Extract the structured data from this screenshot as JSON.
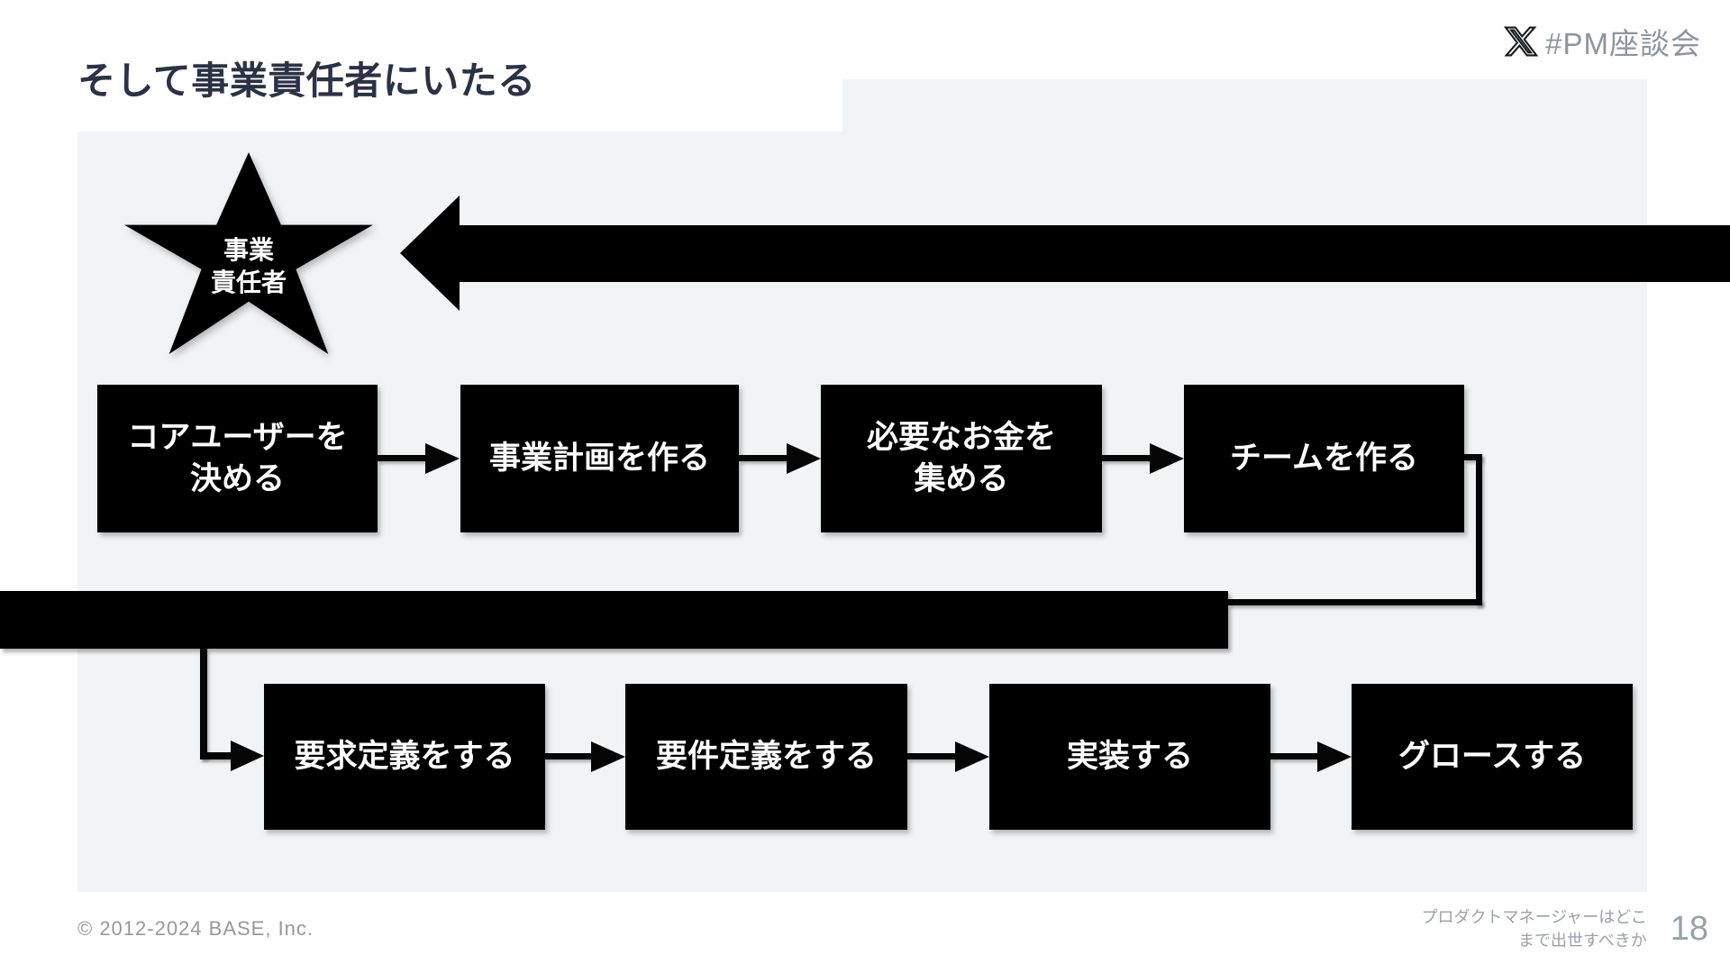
{
  "header": {
    "title": "そして事業責任者にいたる",
    "hashtag": "#PM座談会",
    "logo_icon": "x-logo-icon"
  },
  "diagram": {
    "star": {
      "line1": "事業",
      "line2": "責任者"
    },
    "row1": [
      {
        "line1": "コアユーザーを",
        "line2": "決める"
      },
      {
        "line1": "事業計画を作る",
        "line2": ""
      },
      {
        "line1": "必要なお金を",
        "line2": "集める"
      },
      {
        "line1": "チームを作る",
        "line2": ""
      }
    ],
    "row2": [
      {
        "line1": "要求定義をする",
        "line2": ""
      },
      {
        "line1": "要件定義をする",
        "line2": ""
      },
      {
        "line1": "実装する",
        "line2": ""
      },
      {
        "line1": "グロースする",
        "line2": ""
      }
    ]
  },
  "footer": {
    "copyright": "© 2012-2024 BASE, Inc.",
    "caption_line1": "プロダクトマネージャーはどこ",
    "caption_line2": "まで出世すべきか",
    "page_number": "18"
  },
  "colors": {
    "panel_background": "#f1f3f4",
    "shape_black": "#000000",
    "title_text": "#2b3245",
    "muted_text": "#969ca6",
    "box_text": "#ffffff"
  }
}
